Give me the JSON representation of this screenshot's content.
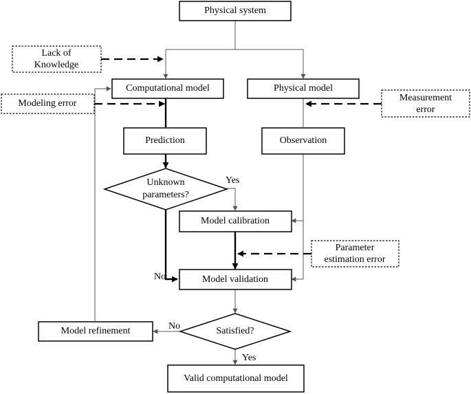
{
  "nodes": {
    "physical_system": "Physical system",
    "lack_knowledge_l1": "Lack of",
    "lack_knowledge_l2": "Knowledge",
    "computational_model": "Computational model",
    "physical_model": "Physical model",
    "modeling_error": "Modeling error",
    "measurement_error_l1": "Measurement",
    "measurement_error_l2": "error",
    "prediction": "Prediction",
    "observation": "Observation",
    "unknown_params_l1": "Unknown",
    "unknown_params_l2": "parameters?",
    "model_calibration": "Model calibration",
    "param_error_l1": "Parameter",
    "param_error_l2": "estimation error",
    "model_validation": "Model validation",
    "satisfied": "Satisfied?",
    "model_refinement": "Model refinement",
    "valid_model": "Valid computational model"
  },
  "edges": {
    "yes_unknown": "Yes",
    "no_unknown": "No",
    "no_satisfied": "No",
    "yes_satisfied": "Yes"
  }
}
